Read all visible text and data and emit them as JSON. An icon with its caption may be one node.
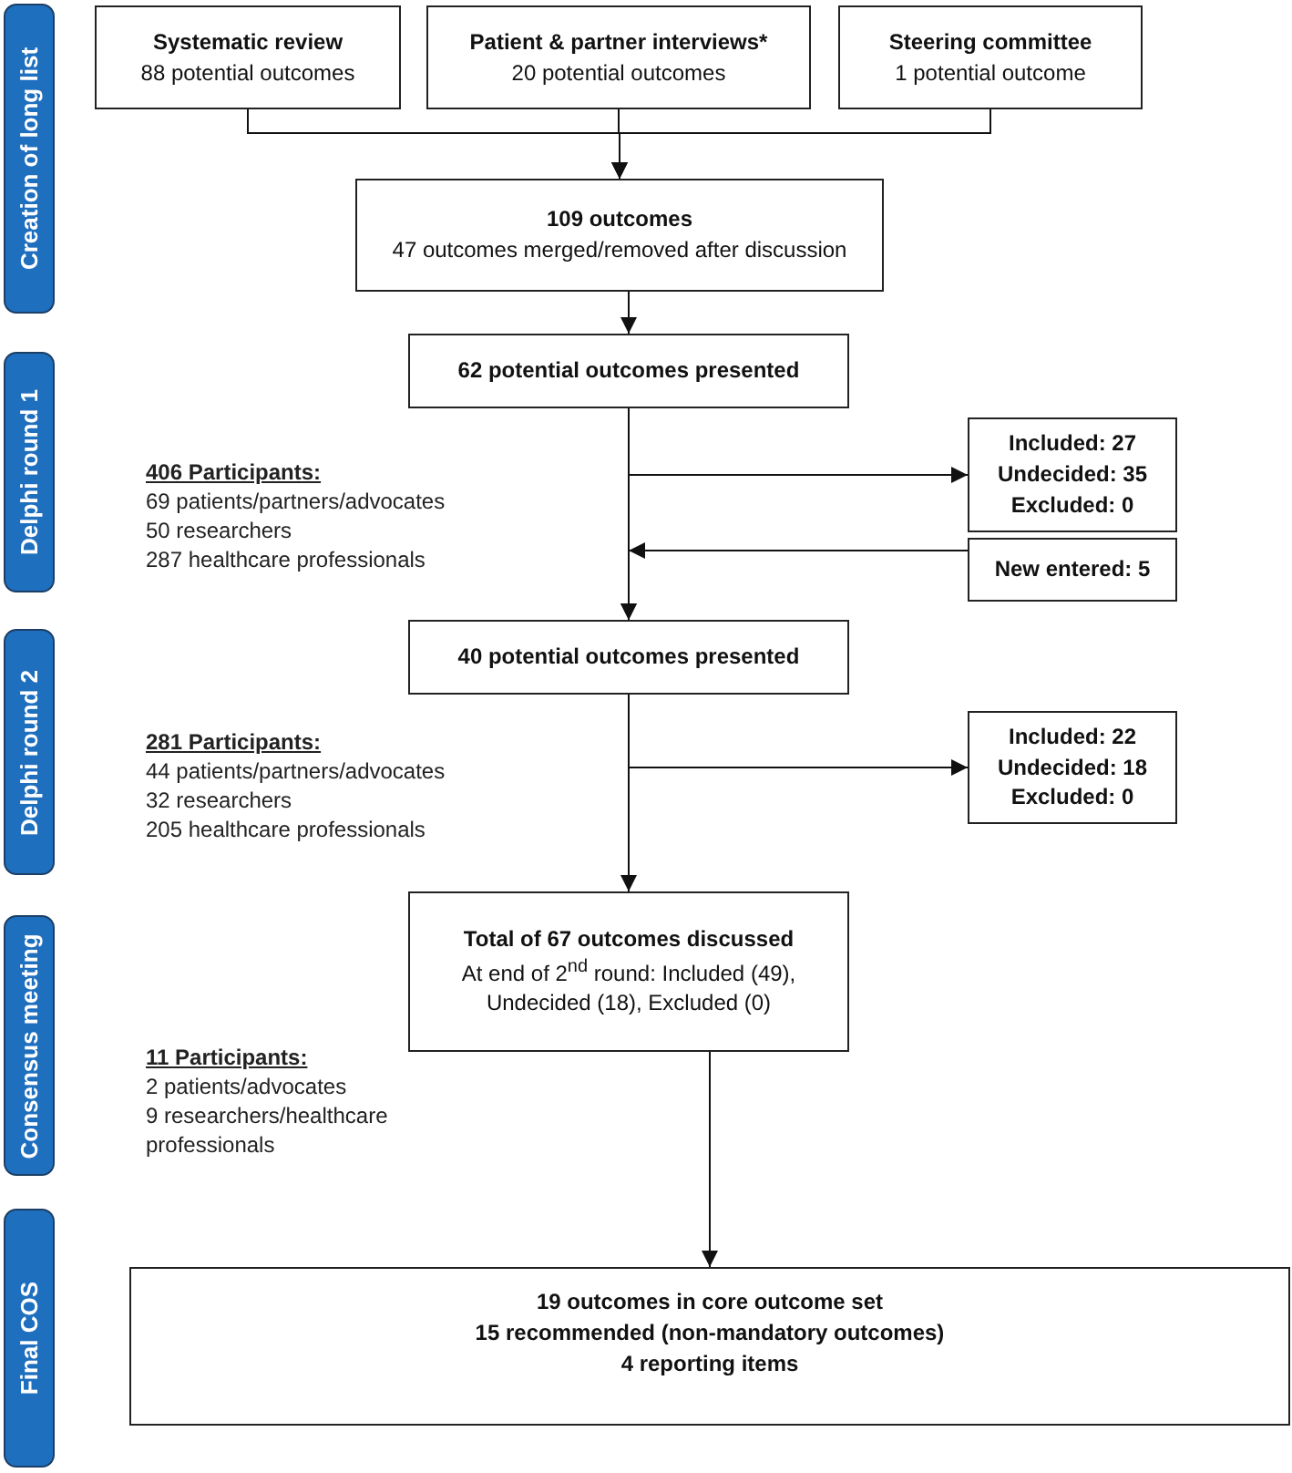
{
  "diagram": {
    "nodes": [
      {
        "text": [
          "Creation of long list"
        ]
      },
      {
        "text": [
          "Delphi round 1"
        ]
      },
      {
        "text": [
          "Delphi round 2"
        ]
      },
      {
        "text": [
          "Consensus meeting"
        ]
      },
      {
        "text": [
          "Final COS"
        ]
      },
      {
        "text": [
          "Systematic review",
          "88 potential outcomes"
        ]
      },
      {
        "text": [
          "Patient & partner interviews*",
          "20 potential outcomes"
        ]
      },
      {
        "text": [
          "Steering committee",
          "1 potential outcome"
        ]
      },
      {
        "text": [
          "109 outcomes",
          "47 outcomes merged/removed after discussion"
        ]
      },
      {
        "text": [
          "62 potential outcomes presented"
        ]
      },
      {
        "text": [
          "Included: 27",
          "Undecided: 35",
          "Excluded: 0"
        ]
      },
      {
        "text": [
          "New entered: 5"
        ]
      },
      {
        "text": [
          "40 potential outcomes presented"
        ]
      },
      {
        "text": [
          "Included: 22",
          "Undecided: 18",
          "Excluded: 0"
        ]
      },
      {
        "text": [
          "Total of 67 outcomes discussed",
          "At end of 2$^{nd}$ round: Included (49), Undecided (18), Excluded (0)"
        ]
      },
      {
        "text": [
          "19 outcomes in core outcome set",
          "15 recommended (non-mandatory outcomes)",
          "4 reporting items"
        ]
      }
    ],
    "edges": [
      {
        "from": 5,
        "to": 8,
        "arrow": "to"
      },
      {
        "from": 6,
        "to": 8,
        "arrow": "to"
      },
      {
        "from": 7,
        "to": 8,
        "arrow": "to"
      },
      {
        "from": 8,
        "to": 9,
        "arrow": "to"
      },
      {
        "from": 9,
        "to": 12,
        "arrow": "to"
      },
      {
        "from": 9,
        "to": 10,
        "arrow": "to"
      },
      {
        "from": 11,
        "to": 12,
        "arrow": "to"
      },
      {
        "from": 12,
        "to": 14,
        "arrow": "to"
      },
      {
        "from": 12,
        "to": 13,
        "arrow": "to"
      },
      {
        "from": 14,
        "to": 15,
        "arrow": "to"
      }
    ],
    "labels": [
      "406 Participants:",
      "69 patients/partners/advocates",
      "50 researchers",
      "287 healthcare professionals",
      "281 Participants:",
      "44 patients/partners/advocates",
      "32 researchers",
      "205 healthcare professionals",
      "11 Participants:",
      "2 patients/advocates",
      "9 researchers/healthcare professionals"
    ]
  }
}
